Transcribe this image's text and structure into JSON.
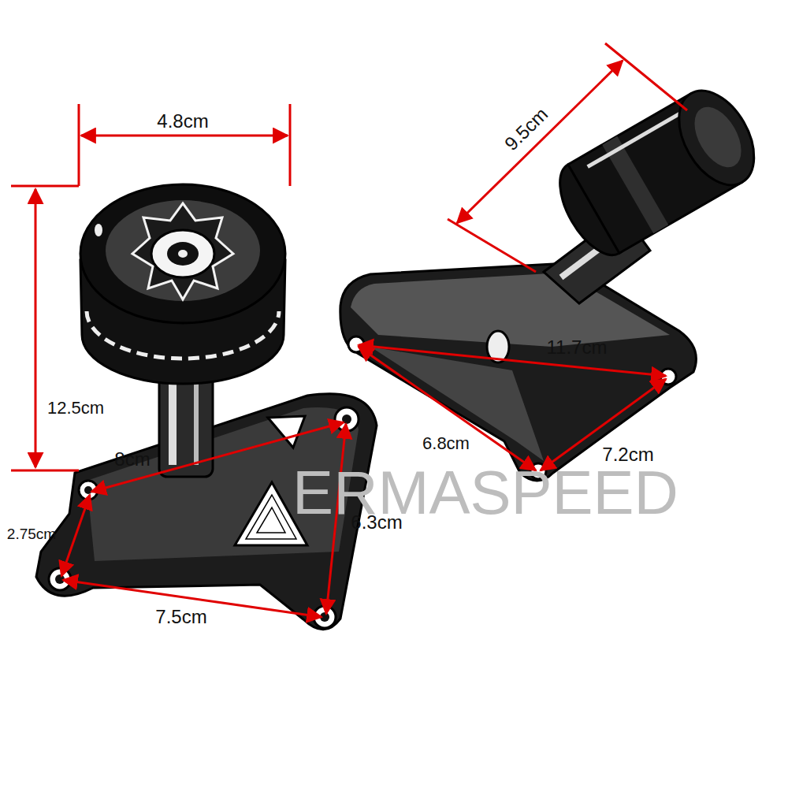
{
  "diagram": {
    "labels": [
      "4.8cm",
      "12.5cm",
      "8cm",
      "2.75cm",
      "7.5cm",
      "6.3cm",
      "9.5cm",
      "11.7cm",
      "6.8cm",
      "7.2cm",
      "ERMASPEED"
    ]
  }
}
